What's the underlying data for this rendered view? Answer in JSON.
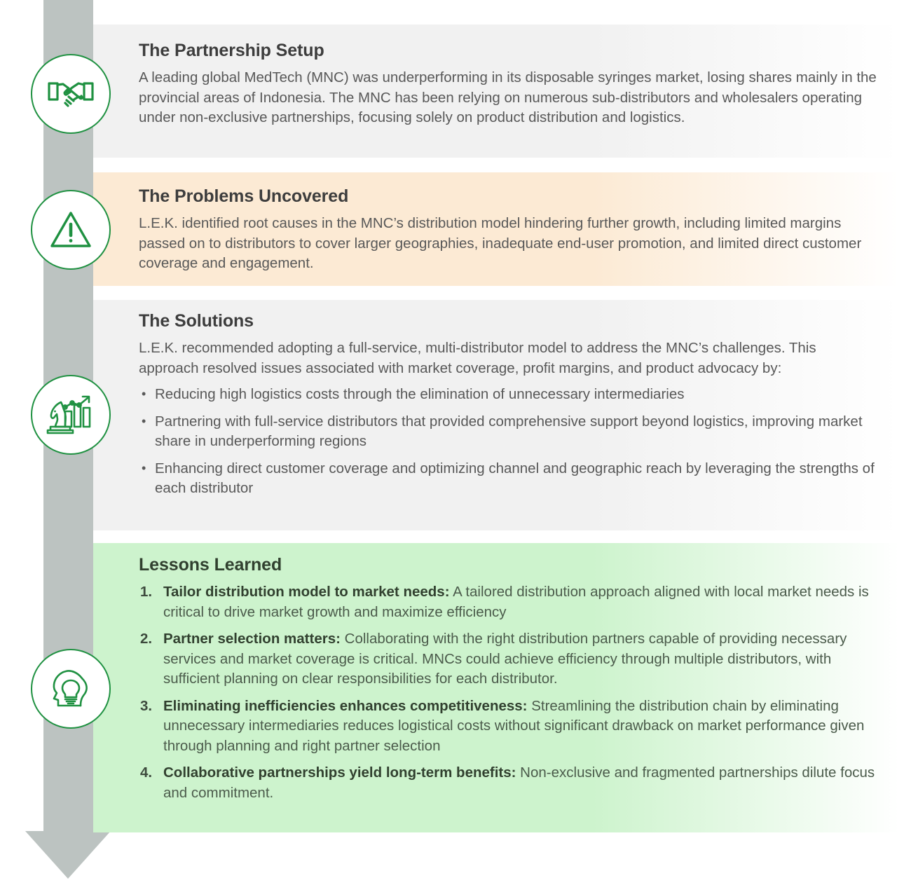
{
  "colors": {
    "accent_green": "#1f9141",
    "arrow_grey": "#bcc3c1",
    "panel_grey": "#f1f1f1",
    "panel_orange": "#fcead4",
    "panel_green": "#cdf3cd",
    "body_text": "#585858",
    "heading_text": "#3d3d3d"
  },
  "flow": {
    "arrow_name": "downward-process-arrow"
  },
  "sections": [
    {
      "id": "partnership",
      "icon": "handshake-icon",
      "title": "The Partnership Setup",
      "body": "A leading global MedTech (MNC) was underperforming in its disposable syringes market, losing shares mainly in the provincial areas of Indonesia. The MNC has been relying on numerous sub-distributors and wholesalers operating under non-exclusive partnerships, focusing solely on product distribution and logistics."
    },
    {
      "id": "problems",
      "icon": "warning-triangle-icon",
      "title": "The Problems Uncovered",
      "body": "L.E.K. identified root causes in the MNC’s distribution model hindering further growth, including limited margins passed on to distributors to cover larger geographies, inadequate end-user promotion, and limited direct customer coverage and engagement."
    },
    {
      "id": "solutions",
      "icon": "strategy-chart-icon",
      "title": "The Solutions",
      "body": "L.E.K. recommended adopting a full-service, multi-distributor model to address the MNC’s challenges. This approach resolved issues associated with market coverage, profit margins, and product advocacy by:",
      "bullets": [
        "Reducing high logistics costs through the elimination of unnecessary intermediaries",
        "Partnering with full-service distributors that provided comprehensive support beyond logistics, improving market share in underperforming regions",
        "Enhancing direct customer coverage and optimizing channel and geographic reach by leveraging the strengths of each distributor"
      ]
    },
    {
      "id": "lessons",
      "icon": "head-lightbulb-icon",
      "title": "Lessons Learned",
      "items": [
        {
          "lead": "Tailor distribution model to market needs:",
          "text": " A tailored distribution approach aligned with local market needs is critical to drive market growth and maximize efficiency"
        },
        {
          "lead": "Partner selection matters:",
          "text": " Collaborating with the right distribution partners capable of providing necessary services and market coverage is critical. MNCs could achieve efficiency through multiple distributors, with sufficient planning on clear responsibilities for each distributor."
        },
        {
          "lead": "Eliminating inefficiencies enhances competitiveness:",
          "text": " Streamlining the distribution chain by eliminating unnecessary intermediaries reduces logistical costs without significant drawback on market performance given through planning and right partner selection"
        },
        {
          "lead": "Collaborative partnerships yield long-term benefits:",
          "text": " Non-exclusive and fragmented partnerships dilute focus and commitment."
        }
      ]
    }
  ]
}
